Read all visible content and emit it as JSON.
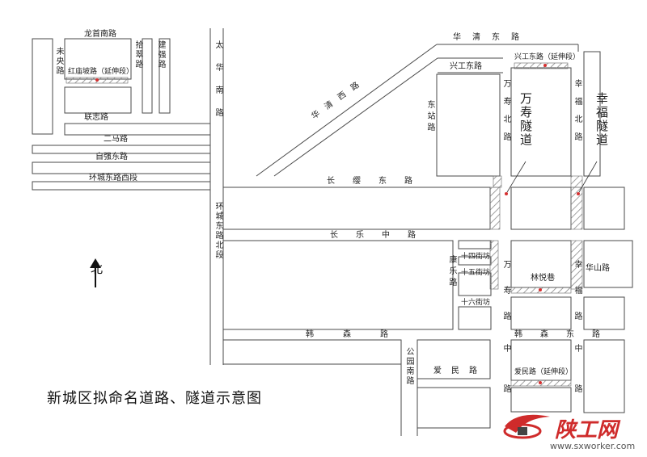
{
  "title": "新城区拟命名道路、隧道示意图",
  "north_label": "北",
  "roads": {
    "longshou_nan": "龙首南路",
    "shicui": "拾翠路",
    "jianqiang": "建强路",
    "weiyang": "未央路",
    "hongmiaopo": "红庙坡路（延伸段）",
    "lianzhi": "联志路",
    "erma": "二马路",
    "ziqiang_dong": "自强东路",
    "huancheng_dong_xi": "环城东路西段",
    "taihua_nan": "太华南路",
    "huanqing_xi": "华清西路",
    "huaqing_dong": "华清东路",
    "xinggong_dong": "兴工东路",
    "xinggong_dong_ext": "兴工东路（延伸段）",
    "dongzhan": "东站路",
    "wanshou_bei": "万寿北路",
    "xingfu_bei": "幸福北路",
    "changying_dong": "长缨东路",
    "huancheng_dong_bei": "环城东路北段",
    "changle_zhong": "长乐中路",
    "shisi_jiefang": "十四街坊",
    "shiwu_jiefang": "十五街坊",
    "shiliu_jiefang": "十六街坊",
    "kangle": "康乐路",
    "wanshou": "万寿路",
    "linyue_xiang": "林悦巷",
    "xingfu": "幸福路",
    "huashan": "华山路",
    "hansen": "韩森路",
    "hansen_dong": "韩森东路",
    "gongyuan_nan": "公园南路",
    "aimin": "爱民路",
    "aimin_ext": "爱民路（延伸段）",
    "zhong_1": "中路",
    "zhong_2": "中路"
  },
  "tunnels": {
    "wanshou": "万寿隧道",
    "xingfu": "幸福隧道"
  },
  "watermark": {
    "logo_text": "陕工网",
    "url": "www.sxworker.com"
  },
  "colors": {
    "road_line": "#4a4a4a",
    "hatch": "#888888",
    "marker": "#d63030",
    "logo": "#cf2b2b"
  }
}
